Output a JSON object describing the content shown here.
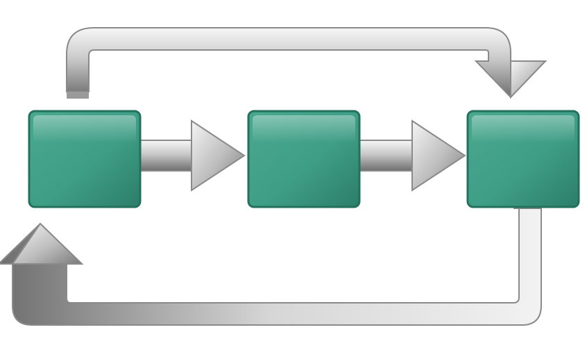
{
  "diagram": {
    "kind": "cycle-flow",
    "nodes": [
      {
        "id": "box-1",
        "label": ""
      },
      {
        "id": "box-2",
        "label": ""
      },
      {
        "id": "box-3",
        "label": ""
      }
    ],
    "edges": [
      {
        "from": "box-1",
        "to": "box-2",
        "style": "straight-arrow"
      },
      {
        "from": "box-2",
        "to": "box-3",
        "style": "straight-arrow"
      },
      {
        "from": "box-1",
        "to": "box-3",
        "style": "loop-over-top"
      },
      {
        "from": "box-3",
        "to": "box-1",
        "style": "loop-under-bottom"
      }
    ],
    "colors": {
      "background": "#ffffff",
      "box_fill": "#3f9e86",
      "box_highlight": "#5bbfa5",
      "box_shadow": "#23705c",
      "arrow_light": "#f4f4f4",
      "arrow_mid": "#b9b9b9",
      "arrow_dark": "#6d6d6d"
    }
  }
}
